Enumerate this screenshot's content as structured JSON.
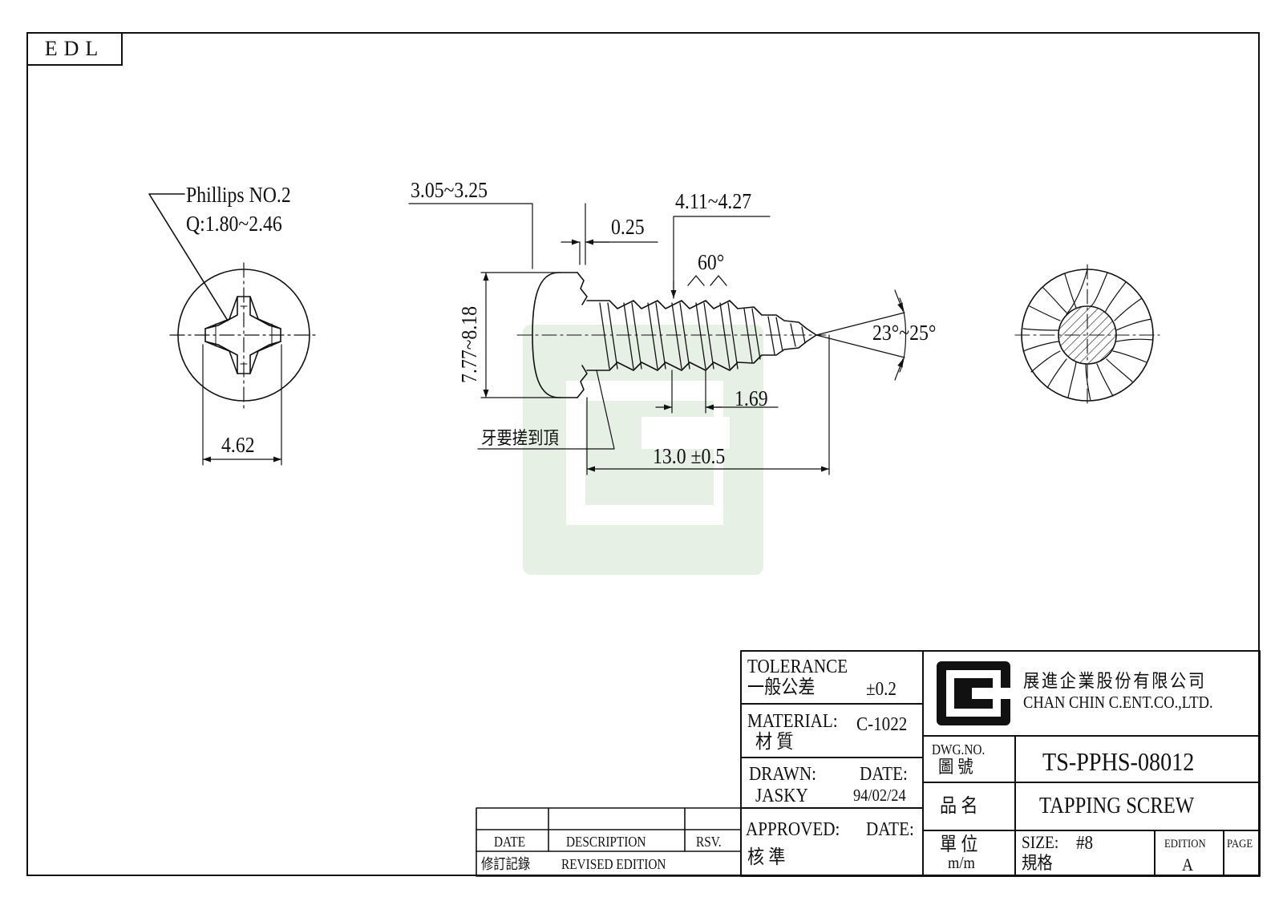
{
  "header_tag": "EDL",
  "head_view": {
    "drive_label": "Phillips NO.2",
    "q_label": "Q:1.80~2.46",
    "width_dim": "4.62"
  },
  "side_view": {
    "head_height_dim": "3.05~3.25",
    "undercut_dim": "0.25",
    "major_diameter_dim": "4.11~4.27",
    "thread_angle": "60°",
    "head_diameter_dim": "7.77~8.18",
    "pitch_dim": "1.69",
    "point_angle": "23°~25°",
    "length_dim": "13.0 ±0.5",
    "thread_note": "牙要搓到頂"
  },
  "revision_block": {
    "col_date": "DATE",
    "col_description": "DESCRIPTION",
    "col_rsv": "RSV.",
    "row_label_zh": "修訂記錄",
    "row_label_en": "REVISED EDITION"
  },
  "title_block": {
    "tolerance_label": "TOLERANCE",
    "tolerance_zh": "一般公差",
    "tolerance_value": "±0.2",
    "material_label": "MATERIAL:",
    "material_zh": "材 質",
    "material_value": "C-1022",
    "drawn_label": "DRAWN:",
    "drawn_by": "JASKY",
    "drawn_date_label": "DATE:",
    "drawn_date": "94/02/24",
    "approved_label": "APPROVED:",
    "approved_date_label": "DATE:",
    "approved_zh": "核 準",
    "company_zh": "展進企業股份有限公司",
    "company_en": "CHAN CHIN C.ENT.CO.,LTD.",
    "dwg_no_label": "DWG.NO.",
    "dwg_no_zh": "圖 號",
    "dwg_no": "TS-PPHS-08012",
    "name_label_zh": "品 名",
    "name": "TAPPING SCREW",
    "unit_label_zh": "單 位",
    "unit": "m/m",
    "size_label": "SIZE:",
    "size_value": "#8",
    "size_label_zh": "規格",
    "edition_label": "EDITION",
    "edition": "A",
    "page_label": "PAGE"
  }
}
